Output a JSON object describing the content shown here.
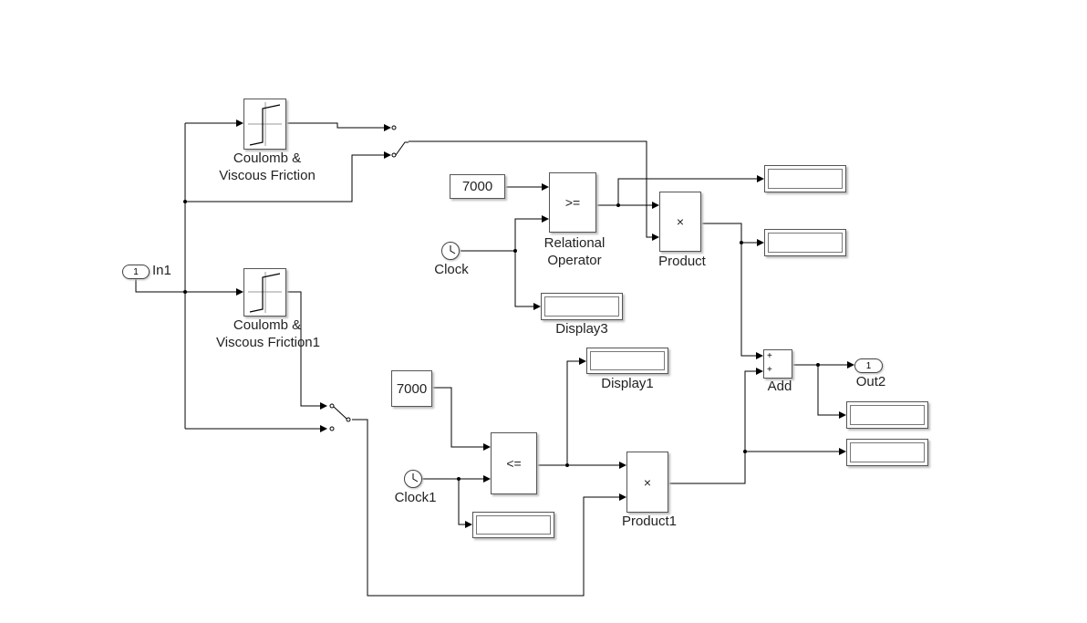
{
  "diagram": {
    "input_port": {
      "label": "In1",
      "number": "1"
    },
    "output_port": {
      "label": "Out2",
      "number": "1"
    },
    "friction_top": {
      "label_line1": "Coulomb &",
      "label_line2": "Viscous Friction"
    },
    "friction_bottom": {
      "label_line1": "Coulomb &",
      "label_line2": "Viscous Friction1"
    },
    "constant_top": {
      "value": "7000"
    },
    "constant_bottom": {
      "value": "7000"
    },
    "relational_top": {
      "operator": ">=",
      "label_line1": "Relational",
      "label_line2": "Operator"
    },
    "relational_bottom": {
      "operator": "<="
    },
    "clock_top": {
      "label": "Clock"
    },
    "clock_bottom": {
      "label": "Clock1"
    },
    "product_top": {
      "symbol": "×",
      "label": "Product"
    },
    "product_bottom": {
      "symbol": "×",
      "label": "Product1"
    },
    "add_block": {
      "label": "Add",
      "signs": [
        "+",
        "+"
      ]
    },
    "display3": {
      "label": "Display3"
    },
    "display1": {
      "label": "Display1"
    }
  }
}
